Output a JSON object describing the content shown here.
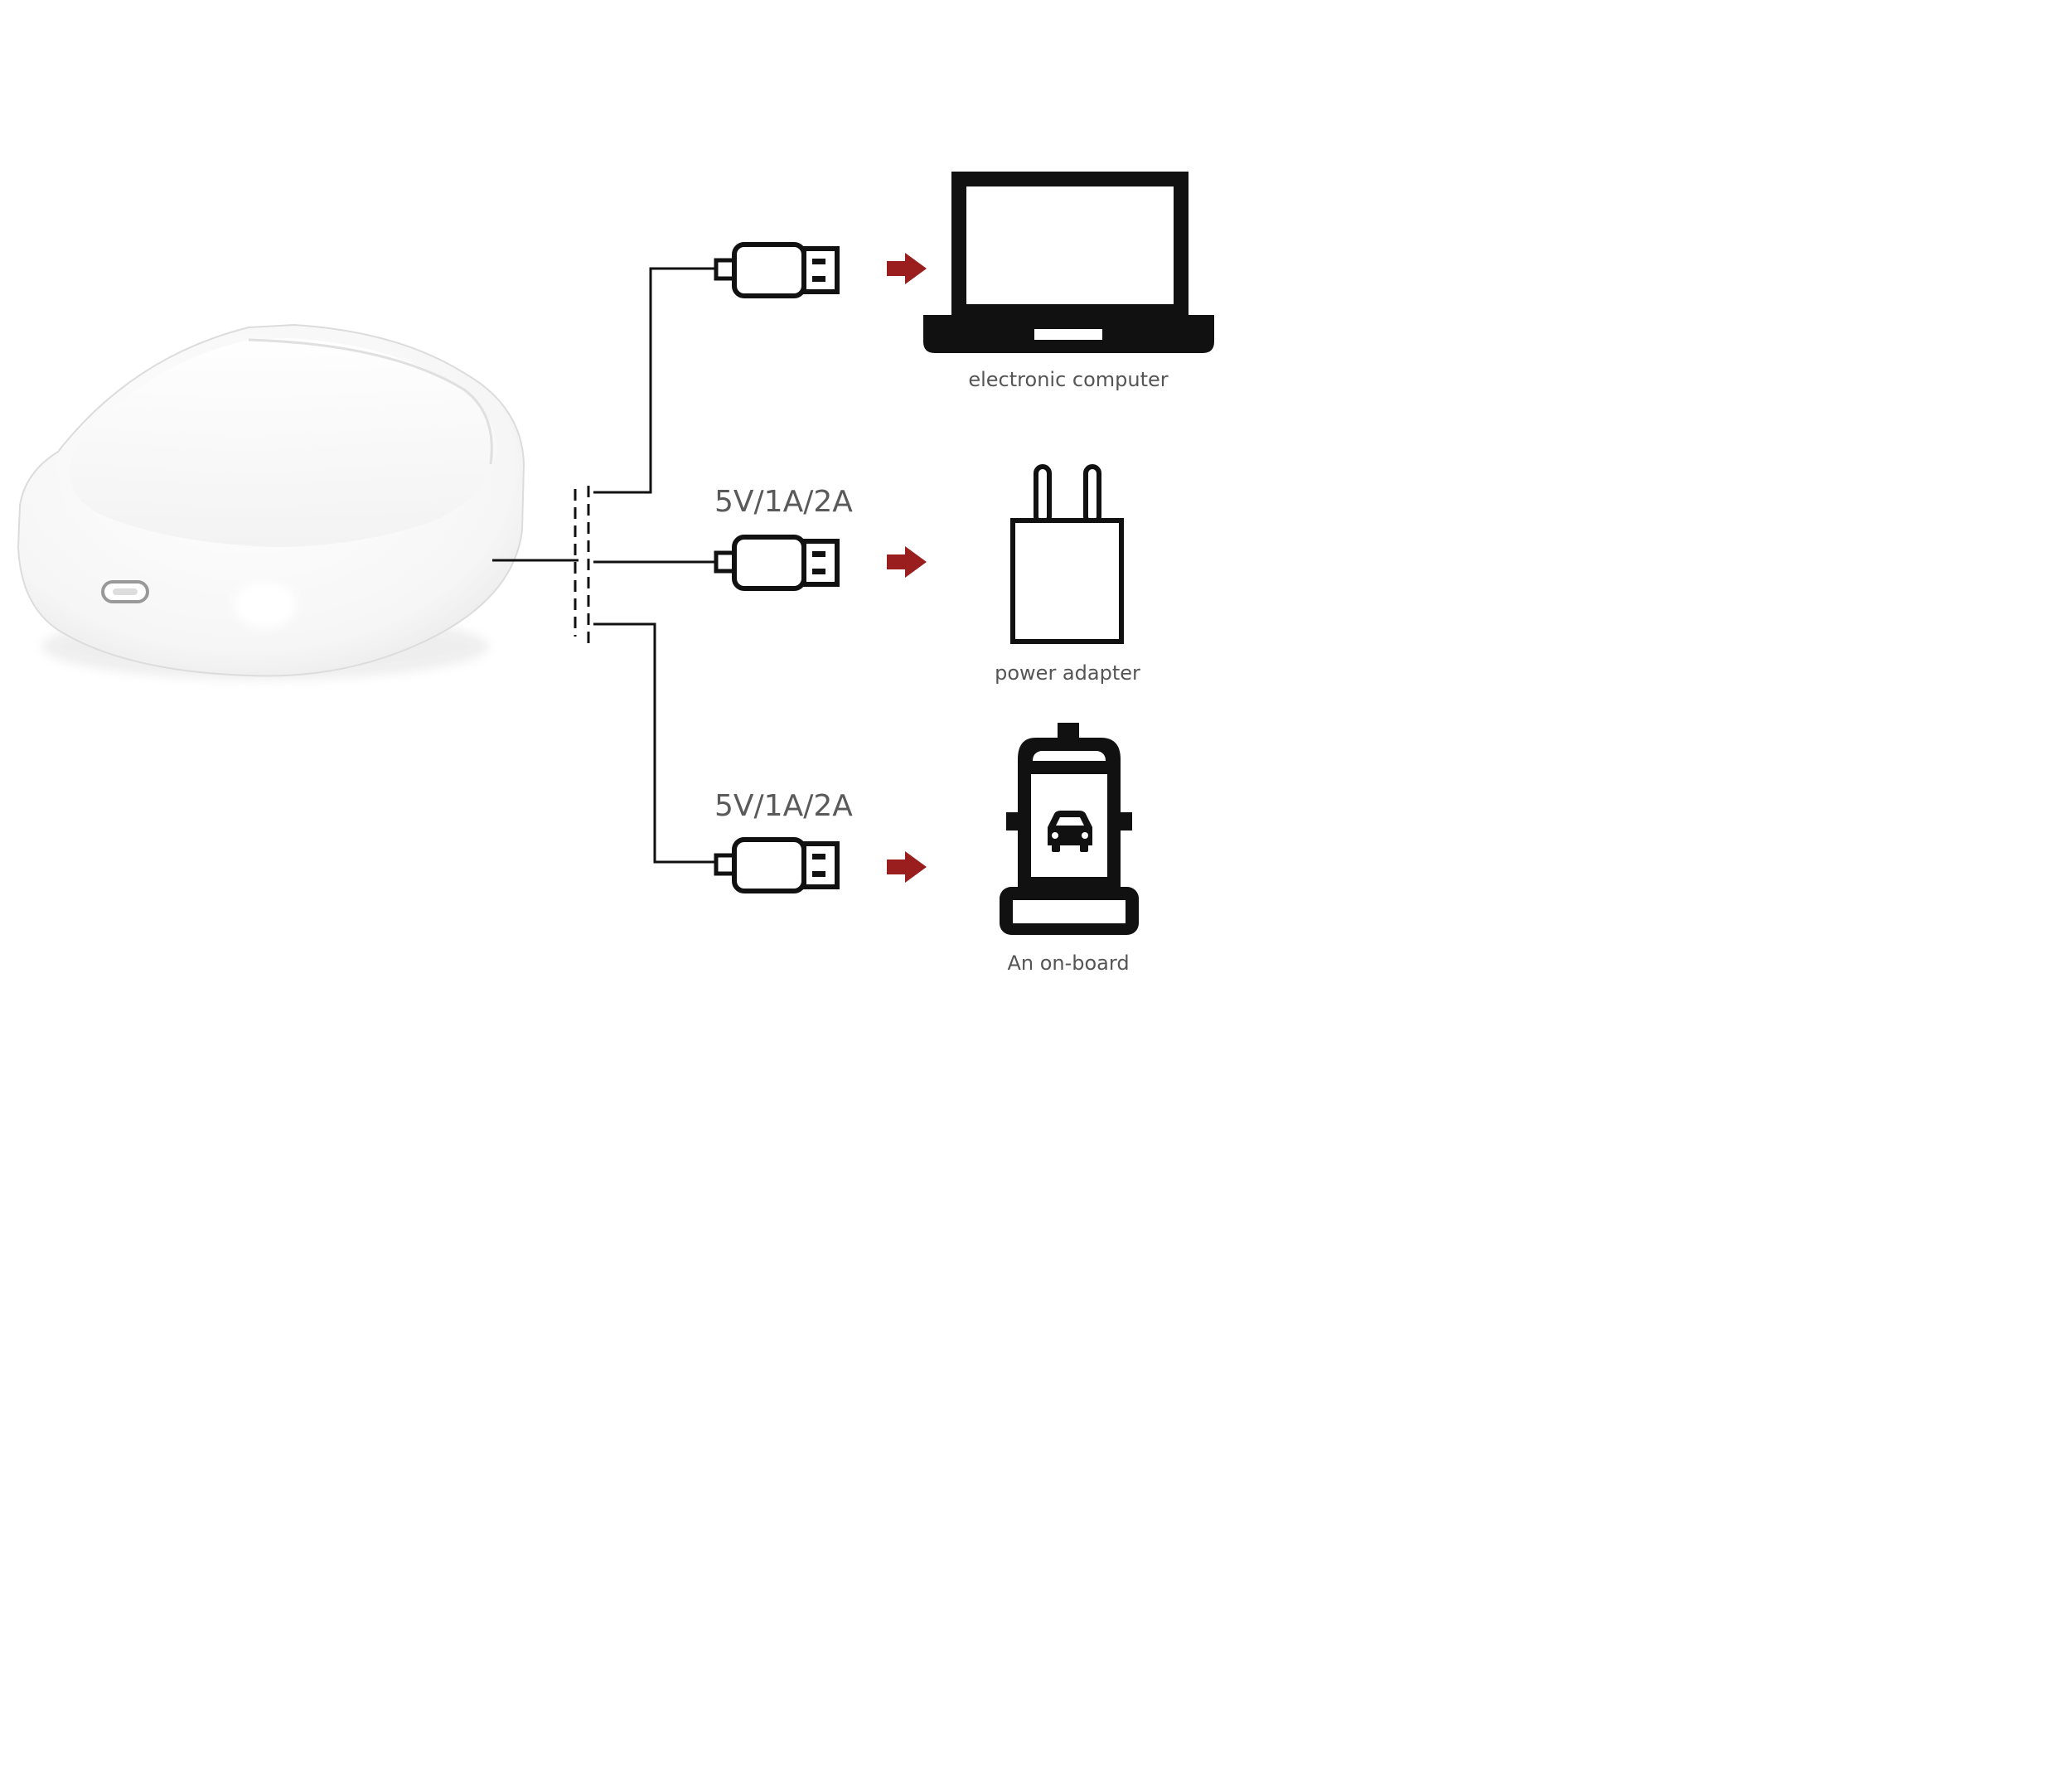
{
  "colors": {
    "background": "#ffffff",
    "line": "#111111",
    "arrow": "#9b1e1e",
    "case": "#f4f4f4",
    "label": "#555555"
  },
  "labels": {
    "computer": "electronic computer",
    "adapter": "power adapter",
    "car": "An on-board",
    "spec_adapter": "5V/1A/2A",
    "spec_car": "5V/1A/2A"
  },
  "icons": {
    "case": "charging-case-image",
    "usb": "usb-plug-icon",
    "arrow": "right-arrow-icon",
    "laptop": "laptop-icon",
    "adapter": "power-adapter-icon",
    "car_charger": "car-charger-icon"
  }
}
